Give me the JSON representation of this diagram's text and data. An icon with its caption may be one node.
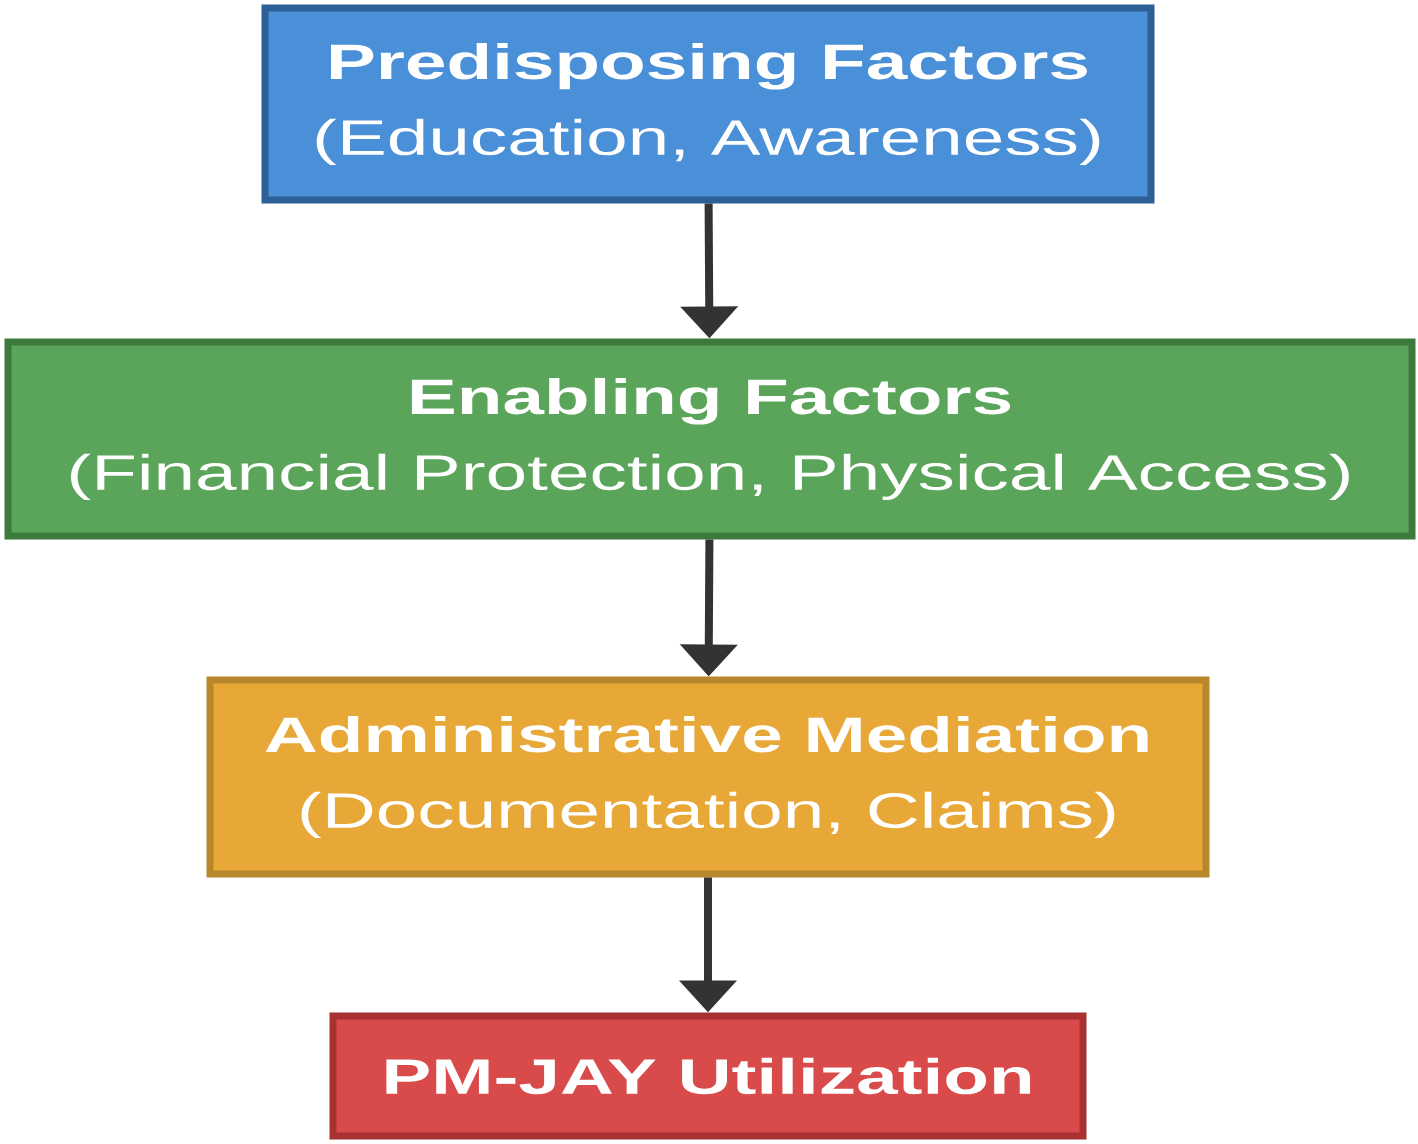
{
  "diagram": {
    "nodes": [
      {
        "text": [
          "Predisposing Factors",
          "(Education, Awareness)"
        ]
      },
      {
        "text": [
          "Enabling Factors",
          "(Financial Protection, Physical Access)"
        ]
      },
      {
        "text": [
          "Administrative Mediation",
          "(Documentation, Claims)"
        ]
      },
      {
        "text": [
          "PM-JAY Utilization"
        ]
      }
    ],
    "edges": [
      {
        "from": 0,
        "to": 1,
        "arrow": "to"
      },
      {
        "from": 1,
        "to": 2,
        "arrow": "to"
      },
      {
        "from": 2,
        "to": 3,
        "arrow": "to"
      }
    ]
  }
}
